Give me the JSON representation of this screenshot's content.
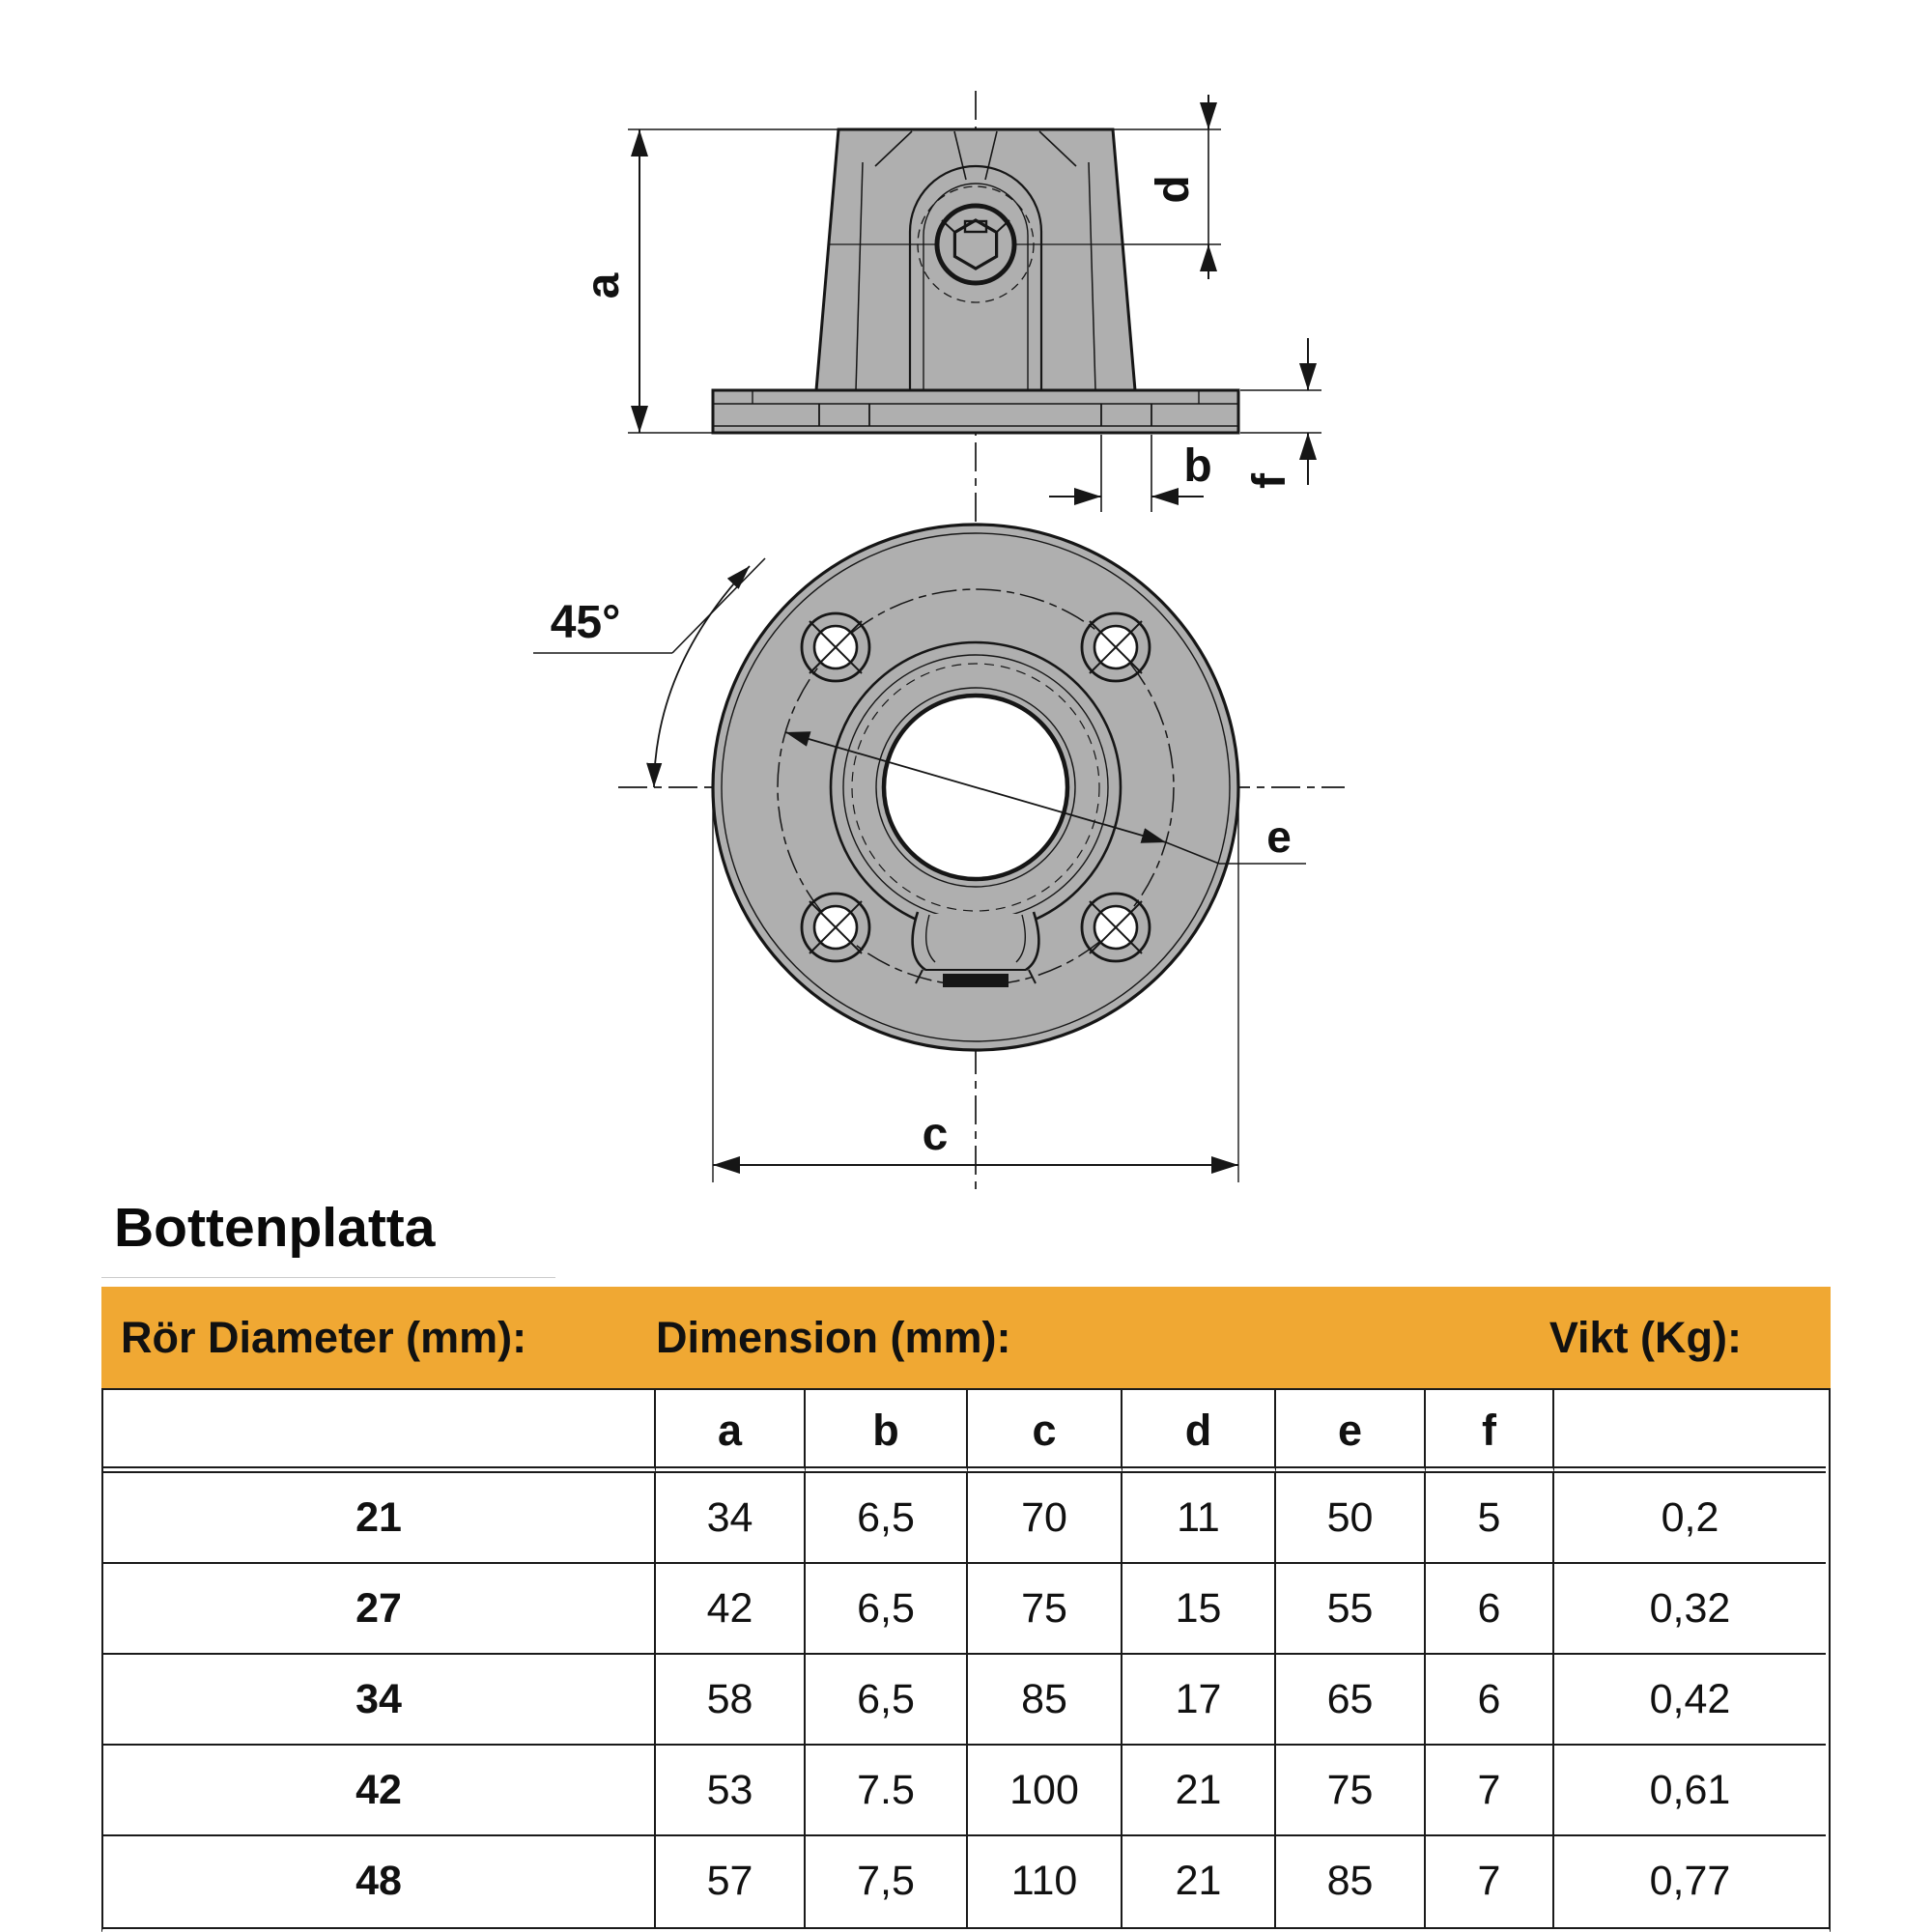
{
  "title": "Bottenplatta",
  "drawing": {
    "dim_labels": {
      "a": "a",
      "b": "b",
      "c": "c",
      "d": "d",
      "e": "e",
      "f": "f"
    },
    "angle_label": "45°"
  },
  "table": {
    "header": {
      "diameter": "Rör  Diameter (mm):",
      "dimension": "Dimension (mm):",
      "weight": "Vikt (Kg):"
    },
    "dim_letters": {
      "a": "a",
      "b": "b",
      "c": "c",
      "d": "d",
      "e": "e",
      "f": "f"
    },
    "rows": [
      {
        "diameter": "21",
        "a": "34",
        "b": "6,5",
        "c": "70",
        "d": "11",
        "e": "50",
        "f": "5",
        "vikt": "0,2"
      },
      {
        "diameter": "27",
        "a": "42",
        "b": "6,5",
        "c": "75",
        "d": "15",
        "e": "55",
        "f": "6",
        "vikt": "0,32"
      },
      {
        "diameter": "34",
        "a": "58",
        "b": "6,5",
        "c": "85",
        "d": "17",
        "e": "65",
        "f": "6",
        "vikt": "0,42"
      },
      {
        "diameter": "42",
        "a": "53",
        "b": "7.5",
        "c": "100",
        "d": "21",
        "e": "75",
        "f": "7",
        "vikt": "0,61"
      },
      {
        "diameter": "48",
        "a": "57",
        "b": "7,5",
        "c": "110",
        "d": "21",
        "e": "85",
        "f": "7",
        "vikt": "0,77"
      }
    ]
  },
  "colors": {
    "accent": "#F0A833",
    "metal": "#AFAFAF",
    "line": "#161616"
  }
}
